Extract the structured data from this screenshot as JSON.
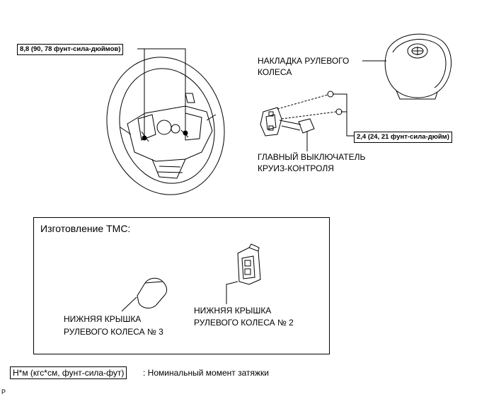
{
  "torque_wheel": "8,8 (90, 78 фунт-сила-дюймов)",
  "torque_switch": "2,4 (24, 21 фунт-сила-дюйм)",
  "pad_label": [
    "НАКЛАДКА РУЛЕВОГО",
    "КОЛЕСА"
  ],
  "switch_label": [
    "ГЛАВНЫЙ ВЫКЛЮЧАТЕЛЬ",
    "КРУИЗ-КОНТРОЛЯ"
  ],
  "tmc_title": "Изготовление ТМС:",
  "cover3_label": [
    "НИЖНЯЯ КРЫШКА",
    "РУЛЕВОГО КОЛЕСА № 3"
  ],
  "cover2_label": [
    "НИЖНЯЯ КРЫШКА",
    "РУЛЕВОГО КОЛЕСА № 2"
  ],
  "legend_unit": "Н*м (кгс*см, фунт-сила-фут)",
  "legend_text": ": Номинальный момент затяжки",
  "corner_mark": "P"
}
